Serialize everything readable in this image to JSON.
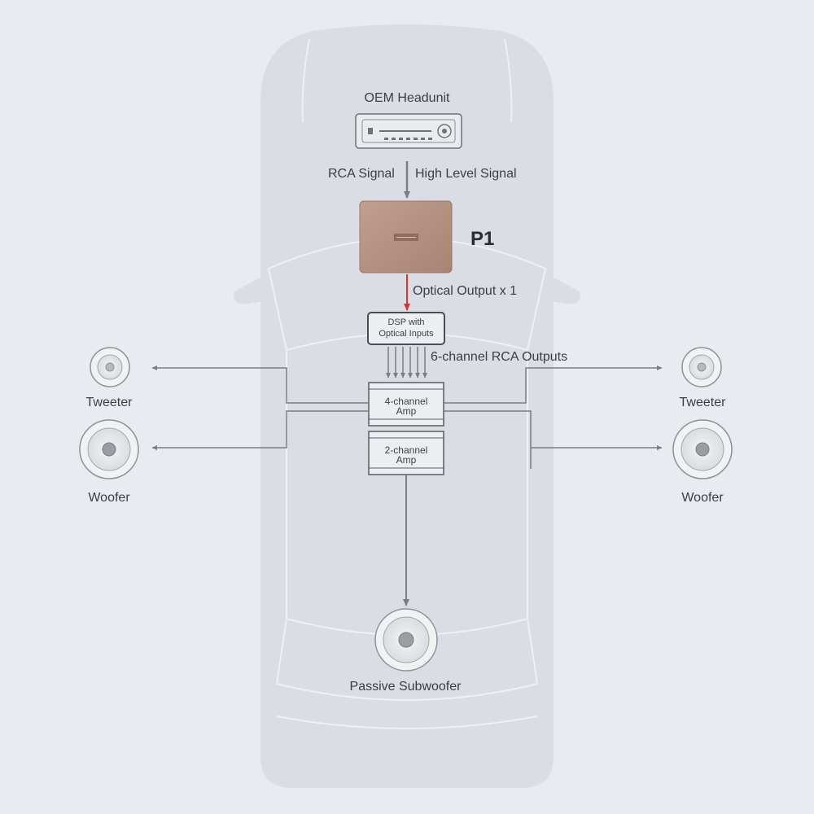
{
  "headunit": {
    "label": "OEM Headunit"
  },
  "signals": {
    "rca": "RCA Signal",
    "high_level": "High Level Signal"
  },
  "p1": {
    "label": "P1"
  },
  "optical": {
    "label": "Optical Output x 1"
  },
  "dsp": {
    "line1": "DSP with",
    "line2": "Optical Inputs"
  },
  "rca_outputs": {
    "label": "6-channel RCA Outputs"
  },
  "amp4": {
    "line1": "4-channel",
    "line2": "Amp"
  },
  "amp2": {
    "line1": "2-channel",
    "line2": "Amp"
  },
  "speakers": {
    "left_tweeter": "Tweeter",
    "left_woofer": "Woofer",
    "right_tweeter": "Tweeter",
    "right_woofer": "Woofer",
    "subwoofer": "Passive Subwoofer"
  },
  "colors": {
    "background": "#e8ebf0",
    "car_body": "#dadde3",
    "line": "#7b7e84",
    "optical_arrow": "#e0312b",
    "p1_device": "#b48f7f"
  }
}
